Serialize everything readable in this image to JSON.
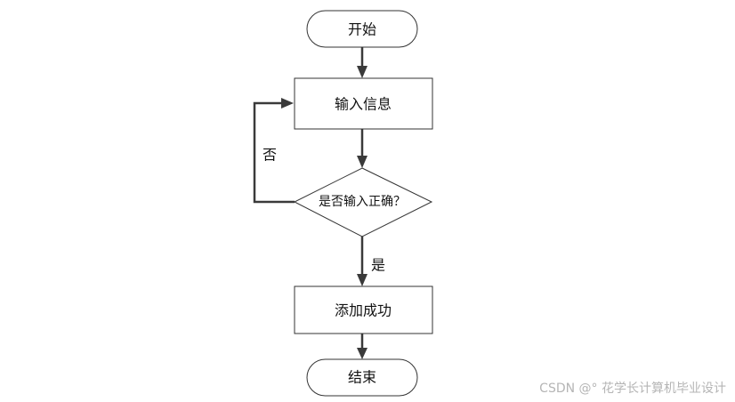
{
  "flowchart": {
    "start": "开始",
    "input": "输入信息",
    "decision": "是否输入正确？",
    "no_label": "否",
    "yes_label": "是",
    "success": "添加成功",
    "end": "结束"
  },
  "watermark": "CSDN @° 花学长计算机毕业设计",
  "colors": {
    "stroke": "#333333",
    "arrow": "#3a3a3a",
    "background": "#ffffff"
  }
}
